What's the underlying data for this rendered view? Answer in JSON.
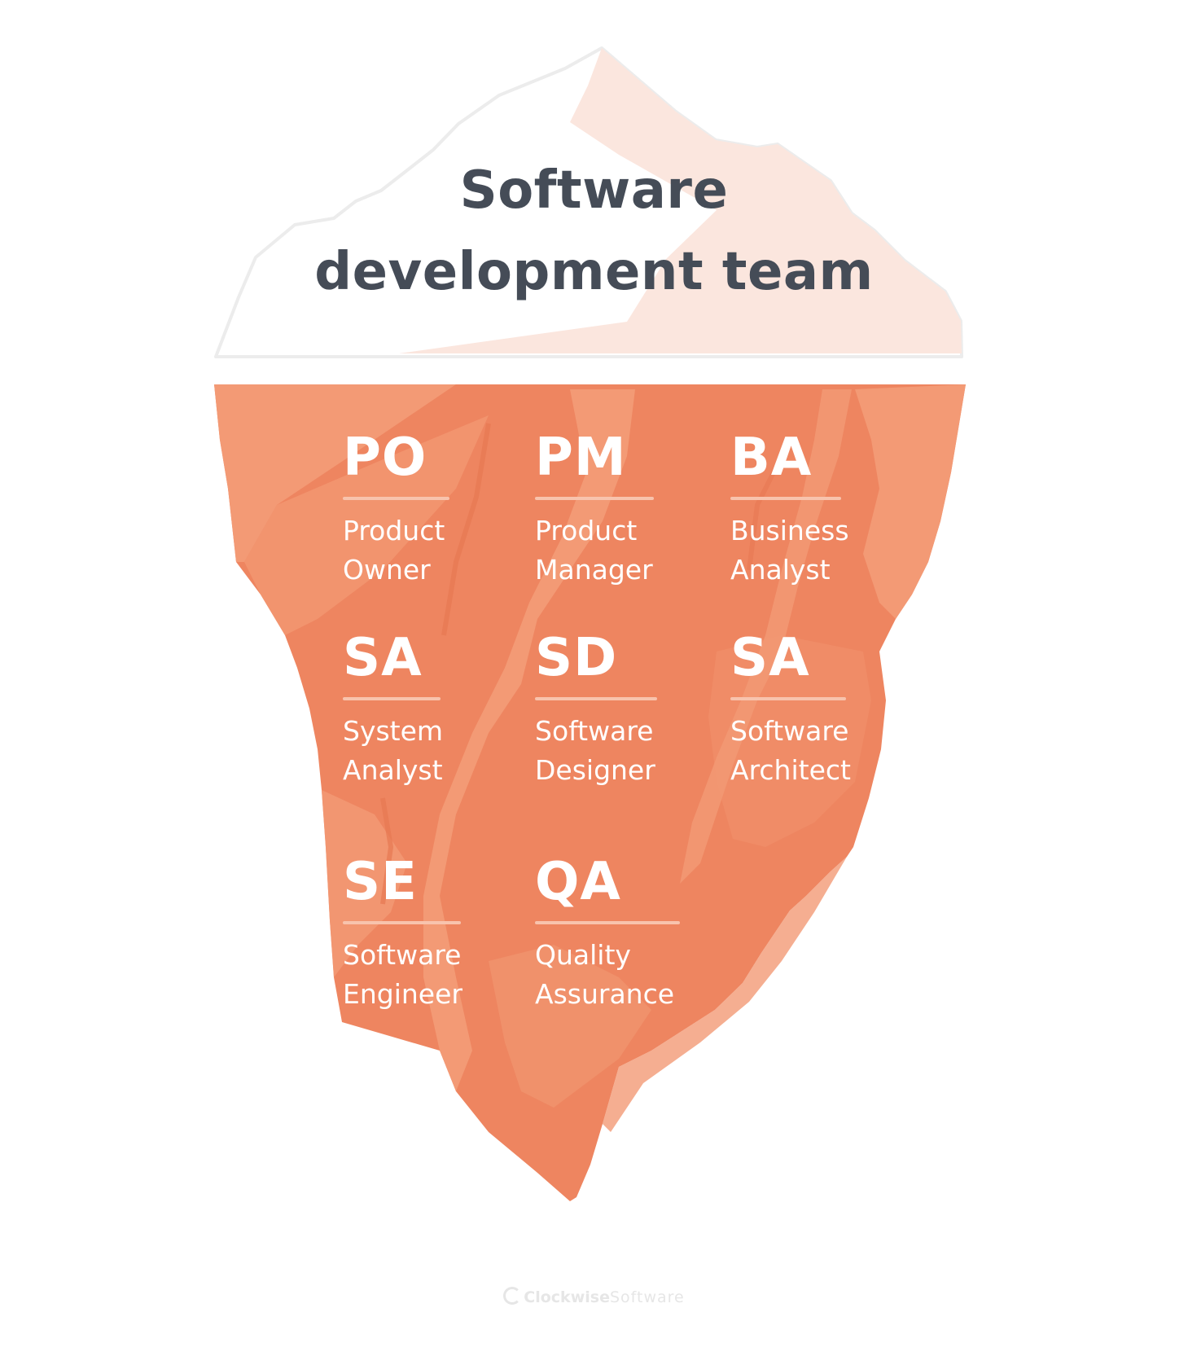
{
  "title": {
    "line1": "Software",
    "line2": "development team"
  },
  "roles": [
    {
      "abbr": "PO",
      "name_line1": "Product",
      "name_line2": "Owner"
    },
    {
      "abbr": "PM",
      "name_line1": "Product",
      "name_line2": "Manager"
    },
    {
      "abbr": "BA",
      "name_line1": "Business",
      "name_line2": "Analyst"
    },
    {
      "abbr": "SA",
      "name_line1": "System",
      "name_line2": "Analyst"
    },
    {
      "abbr": "SD",
      "name_line1": "Software",
      "name_line2": "Designer"
    },
    {
      "abbr": "SA",
      "name_line1": "Software",
      "name_line2": "Architect"
    },
    {
      "abbr": "SE",
      "name_line1": "Software",
      "name_line2": "Engineer"
    },
    {
      "abbr": "QA",
      "name_line1": "Quality",
      "name_line2": "Assurance"
    }
  ],
  "brand": {
    "part1": "Clockwise",
    "part2": "Software"
  },
  "colors": {
    "iceberg_underwater": "#ee8560",
    "iceberg_facet": "#f39a75",
    "iceberg_tip": "#ffffff",
    "iceberg_tip_shade": "#fbe6de",
    "title_text": "#454c57",
    "role_text": "#ffffff",
    "role_rule": "#f8c3ad"
  }
}
